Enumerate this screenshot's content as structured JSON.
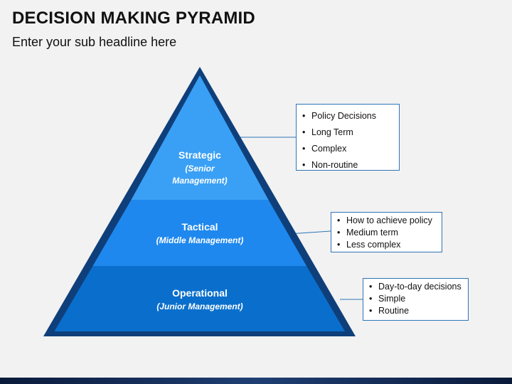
{
  "title": "DECISION MAKING PYRAMID",
  "subtitle": "Enter your sub headline here",
  "colors": {
    "background": "#f2f2f2",
    "pyramid_outline": "#0f3f7a",
    "strategic_fill": "#3aa0f5",
    "tactical_fill": "#1e88ee",
    "operational_fill": "#0a6fcc",
    "connector": "#2e75b6"
  },
  "levels": [
    {
      "name": "Strategic",
      "sub_line1": "(Senior",
      "sub_line2": "Management)",
      "points": [
        "Policy Decisions",
        "Long Term",
        "Complex",
        "Non-routine"
      ]
    },
    {
      "name": "Tactical",
      "sub_line1": "(Middle Management)",
      "points": [
        "How to achieve policy",
        "Medium term",
        "Less complex"
      ]
    },
    {
      "name": "Operational",
      "sub_line1": "(Junior Management)",
      "points": [
        "Day-to-day decisions",
        "Simple",
        "Routine"
      ]
    }
  ]
}
